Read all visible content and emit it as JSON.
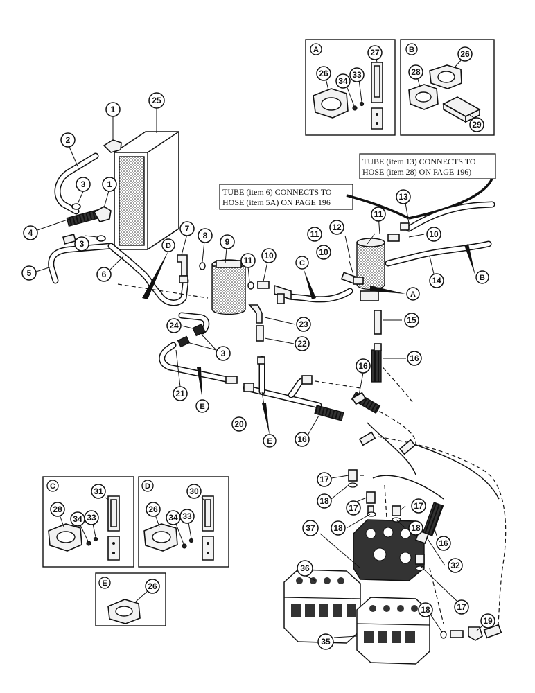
{
  "inset_boxes": [
    {
      "letter": "A",
      "callouts": [
        "27",
        "26",
        "34",
        "33"
      ]
    },
    {
      "letter": "B",
      "callouts": [
        "26",
        "28",
        "29"
      ]
    },
    {
      "letter": "C",
      "callouts": [
        "31",
        "28",
        "34",
        "33"
      ]
    },
    {
      "letter": "D",
      "callouts": [
        "30",
        "26",
        "34",
        "33"
      ]
    },
    {
      "letter": "E",
      "callouts": [
        "26"
      ]
    }
  ],
  "notes": {
    "note_13": {
      "line1": "TUBE (item 13) CONNECTS TO",
      "line2": "HOSE (item 28) ON PAGE 196)"
    },
    "note_6": {
      "line1": "TUBE (item  6) CONNECTS TO",
      "line2": "HOSE (item 5A) ON PAGE 196"
    }
  },
  "callouts": {
    "c1a": "1",
    "c25": "25",
    "c2": "2",
    "c3a": "3",
    "c1b": "1",
    "c4": "4",
    "c3b": "3",
    "c5": "5",
    "c6": "6",
    "c7": "7",
    "c8": "8",
    "c9": "9",
    "c11a": "11",
    "c10a": "10",
    "c12": "12",
    "c11b": "11",
    "c13": "13",
    "c11c": "11",
    "c10b": "10",
    "c10c": "10",
    "c14": "14",
    "c15": "15",
    "c16a": "16",
    "c23": "23",
    "c22": "22",
    "c24": "24",
    "c3c": "3",
    "c21": "21",
    "c16b": "16",
    "c20": "20",
    "c16c": "16",
    "c17a": "17",
    "c18a": "18",
    "c17b": "17",
    "c17c": "17",
    "c18b": "18",
    "c18c": "18",
    "c16d": "16",
    "c37": "37",
    "c32": "32",
    "c36": "36",
    "c17d": "17",
    "c18d": "18",
    "c19": "19",
    "c35": "35"
  },
  "letters": {
    "lD": "D",
    "lC": "C",
    "lA": "A",
    "lB": "B",
    "lE1": "E",
    "lE2": "E"
  }
}
